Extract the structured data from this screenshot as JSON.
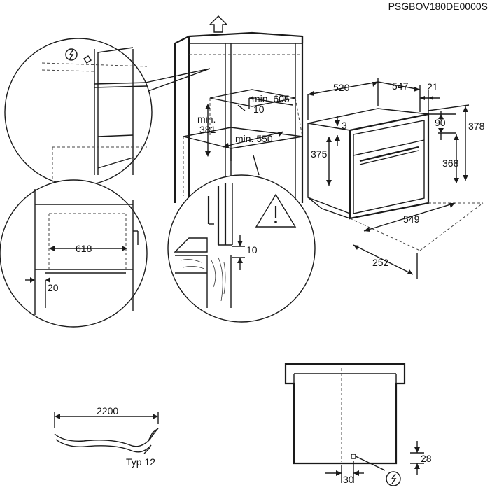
{
  "document_code": "PSGBOV180DE0000S",
  "labels": {
    "d520": "520",
    "d547": "547",
    "d21": "21",
    "d90": "90",
    "d378": "378",
    "d3": "3",
    "d375": "375",
    "d368": "368",
    "d549": "549",
    "d252": "252",
    "min605": "min. 605",
    "d10_top": "10",
    "min381_a": "min.",
    "min381_b": "381",
    "min550": "min. 550",
    "d618": "618",
    "d20": "20",
    "d10_detail": "10",
    "d2200": "2200",
    "typ12": "Typ 12",
    "d30": "30",
    "d28": "28"
  },
  "symbols": {
    "up_arrow": "arrow-up-icon",
    "warning": "warning-triangle-icon",
    "power_top": "power-lightning-icon",
    "power_bottom": "power-lightning-icon"
  }
}
